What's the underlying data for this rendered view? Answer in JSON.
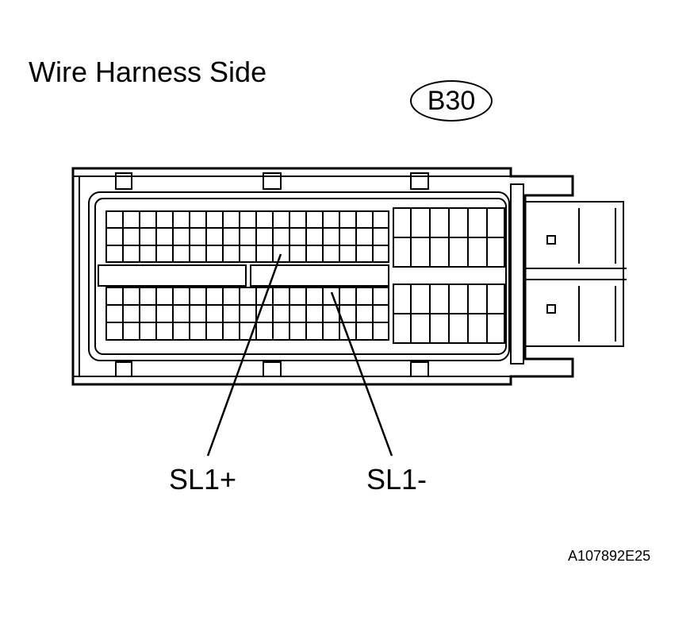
{
  "title": "Wire Harness Side",
  "connector_id": "B30",
  "pins": [
    {
      "label": "SL1+"
    },
    {
      "label": "SL1-"
    }
  ],
  "figure_id": "A107892E25"
}
